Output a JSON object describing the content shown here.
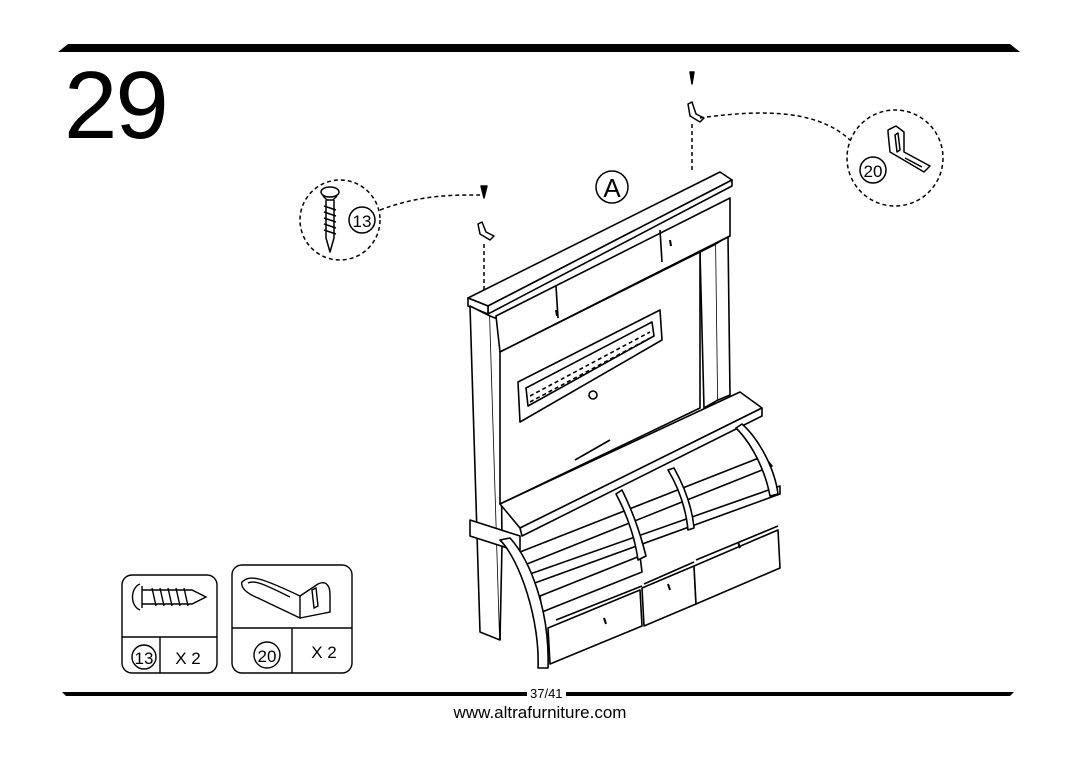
{
  "step": {
    "number": "29"
  },
  "assembly": {
    "panel_label": "A"
  },
  "callouts": [
    {
      "part": "13"
    },
    {
      "part": "20"
    }
  ],
  "parts_list": [
    {
      "part": "13",
      "qty": "X 2",
      "icon": "screw-icon"
    },
    {
      "part": "20",
      "qty": "X 2",
      "icon": "l-bracket-icon"
    }
  ],
  "footer": {
    "page": "37/41",
    "url": "www.altrafurniture.com"
  }
}
